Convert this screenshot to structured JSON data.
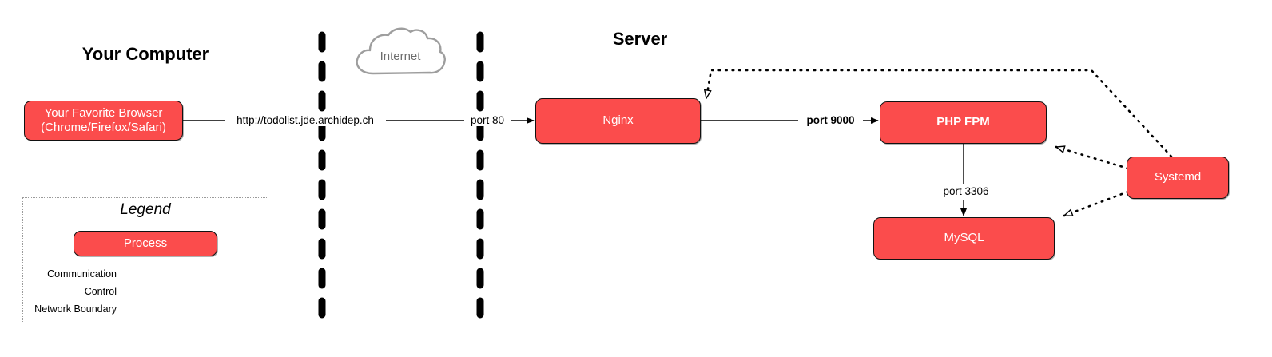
{
  "zones": {
    "client_title": "Your Computer",
    "server_title": "Server",
    "internet_label": "Internet"
  },
  "processes": {
    "browser": "Your Favorite Browser\n(Chrome/Firefox/Safari)",
    "browser_line1": "Your Favorite Browser",
    "browser_line2": "(Chrome/Firefox/Safari)",
    "nginx": "Nginx",
    "php_fpm": "PHP FPM",
    "mysql": "MySQL",
    "systemd": "Systemd"
  },
  "edge_labels": {
    "url": "http://todolist.jde.archidep.ch",
    "port80": "port 80",
    "port9000": "port 9000",
    "port3306": "port 3306"
  },
  "legend": {
    "title": "Legend",
    "process_label": "Process",
    "rows": [
      {
        "label": "Communication",
        "style": "solid-arrow"
      },
      {
        "label": "Control",
        "style": "dotted-hollow-arrow"
      },
      {
        "label": "Network Boundary",
        "style": "thick-dash"
      }
    ]
  },
  "colors": {
    "process_fill": "#fb4c4c",
    "process_stroke": "#111111",
    "process_text": "#ffffff",
    "cloud_stroke": "#9e9e9e",
    "cloud_text": "#6e6e6e",
    "line": "#000000",
    "legend_border": "#9a9a9a",
    "background": "#ffffff"
  }
}
